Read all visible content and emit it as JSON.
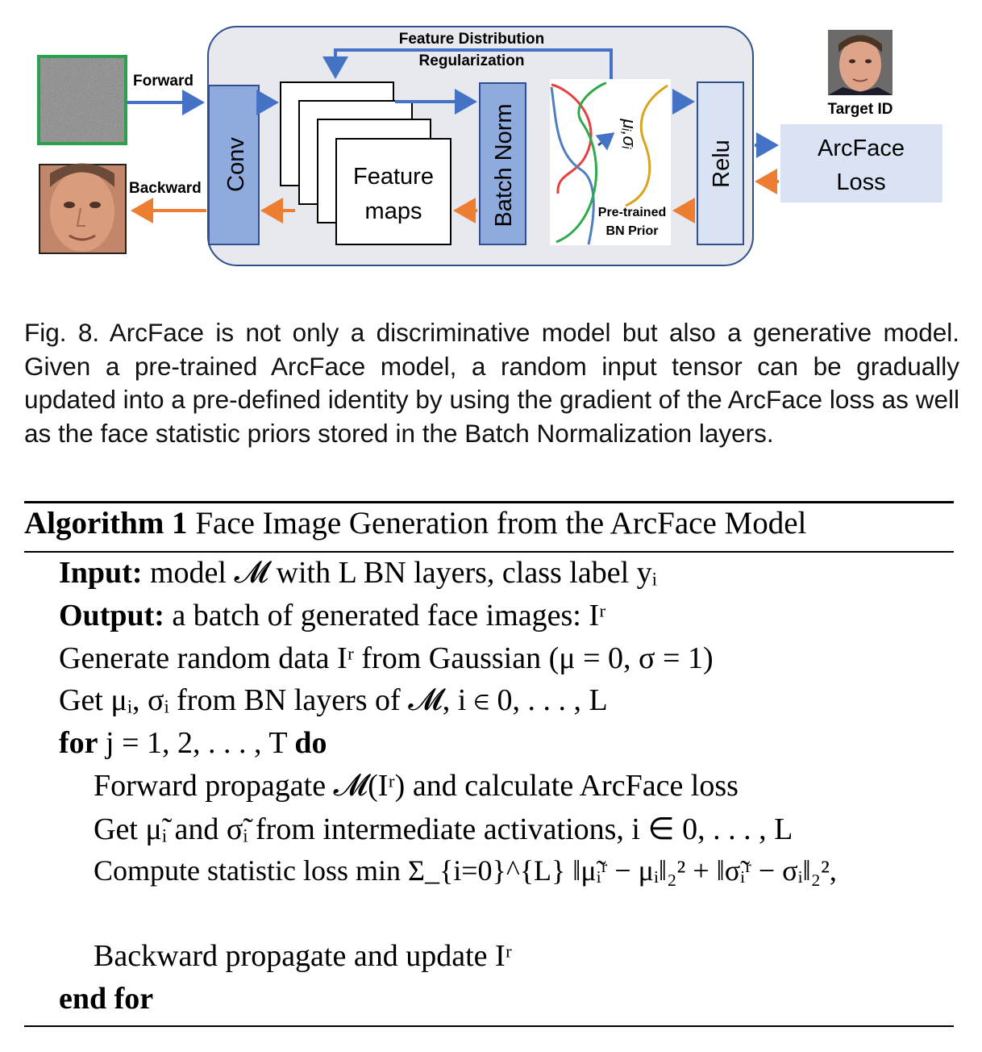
{
  "figure": {
    "feature_dist_reg_line1": "Feature Distribution",
    "feature_dist_reg_line2": "Regularization",
    "forward_label": "Forward",
    "backward_label": "Backward",
    "conv_label": "Conv",
    "feature_maps_line1": "Feature",
    "feature_maps_line2": "maps",
    "batch_norm_label": "Batch Norm",
    "mu_sigma_label": "μᵢ,σᵢ",
    "bn_prior_line1": "Pre-trained",
    "bn_prior_line2": "BN Prior",
    "relu_label": "Relu",
    "target_id_label": "Target ID",
    "arcface_loss_line1": "ArcFace",
    "arcface_loss_line2": "Loss",
    "colors": {
      "forward_arrow": "#4472c4",
      "backward_arrow": "#ed7d31",
      "layer_box": "#8faadc",
      "module_bg": "#e7e9ee",
      "loss_box": "#dae3f3",
      "noise_border": "#2e9e4f"
    }
  },
  "caption": "Fig. 8. ArcFace is not only a discriminative model but also a generative model. Given a pre-trained ArcFace model, a random input tensor can be gradually updated into a pre-defined identity by using the gradient of the ArcFace loss as well as the face statistic priors stored in the Batch Normalization layers.",
  "algorithm": {
    "number": "Algorithm 1",
    "title": "Face Image Generation from the ArcFace Model",
    "input_keyword": "Input:",
    "input_text": "model 𝓜 with L BN layers, class label yᵢ",
    "output_keyword": "Output:",
    "output_text": "a batch of generated face images: Iʳ",
    "line_generate": "Generate random data Iʳ from Gaussian (μ = 0, σ = 1)",
    "line_get_stats": "Get μᵢ, σᵢ from BN layers of 𝓜, i ∈ 0, . . . , L",
    "for_keyword": "for",
    "for_text": "j = 1, 2, . . . , T",
    "do_keyword": "do",
    "line_forward": "Forward propagate 𝓜(Iʳ) and calculate ArcFace loss",
    "line_get_tilde": "Get μ̃ᵢ and σ̃ᵢ from intermediate activations, i ∈ 0, . . . , L",
    "line_compute": "Compute statistic loss min Σ_{i=0}^{L} ‖μ̃ᵢʳ − μᵢ‖₂² + ‖σ̃ᵢʳ − σᵢ‖₂²,",
    "line_backward": "Backward propagate and update Iʳ",
    "end_for": "end for"
  }
}
